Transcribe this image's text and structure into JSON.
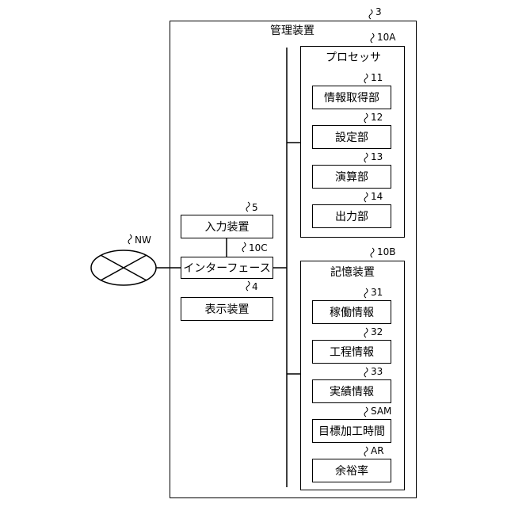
{
  "management_device": {
    "label": "管理装置",
    "ref": "3"
  },
  "processor": {
    "label": "プロセッサ",
    "ref": "10A",
    "units": [
      {
        "label": "情報取得部",
        "ref": "11"
      },
      {
        "label": "設定部",
        "ref": "12"
      },
      {
        "label": "演算部",
        "ref": "13"
      },
      {
        "label": "出力部",
        "ref": "14"
      }
    ]
  },
  "storage": {
    "label": "記憶装置",
    "ref": "10B",
    "items": [
      {
        "label": "稼働情報",
        "ref": "31"
      },
      {
        "label": "工程情報",
        "ref": "32"
      },
      {
        "label": "実績情報",
        "ref": "33"
      },
      {
        "label": "目標加工時間",
        "ref": "SAM"
      },
      {
        "label": "余裕率",
        "ref": "AR"
      }
    ]
  },
  "input_device": {
    "label": "入力装置",
    "ref": "5"
  },
  "interface": {
    "label": "インターフェース",
    "ref": "10C"
  },
  "display_device": {
    "label": "表示装置",
    "ref": "4"
  },
  "network": {
    "ref": "NW"
  }
}
